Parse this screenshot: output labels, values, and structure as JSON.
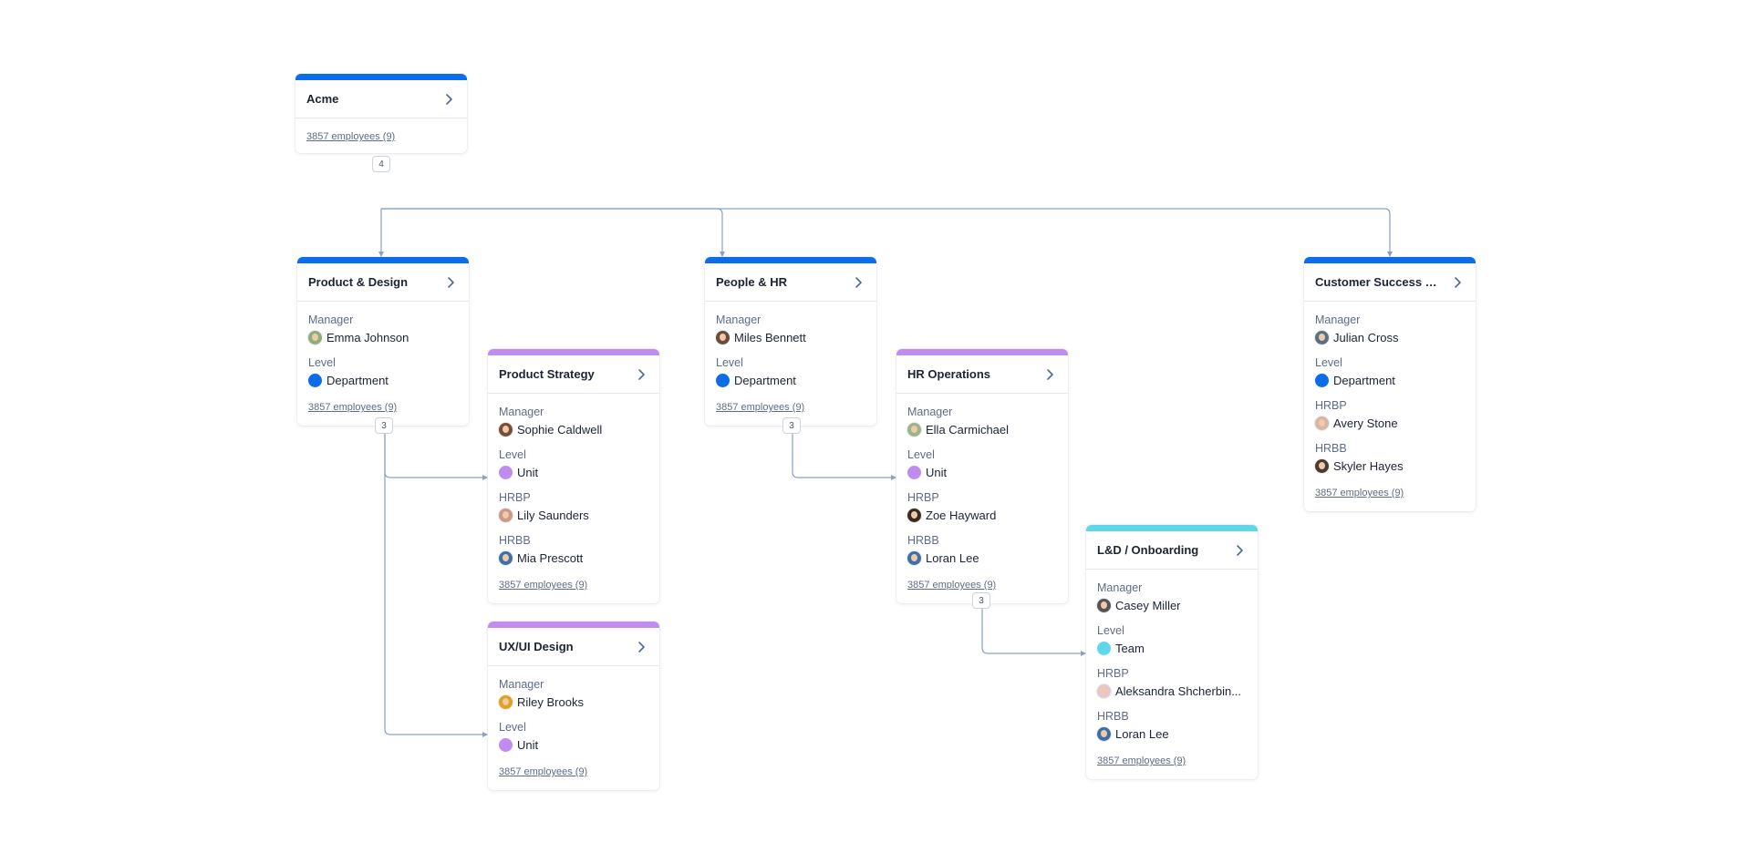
{
  "nodes": {
    "acme": {
      "title": "Acme",
      "employees": "3857 employees (9)",
      "children_count": "4",
      "bar_color": "#0b6ee8"
    },
    "product_design": {
      "title": "Product & Design",
      "bar_color": "#0b6ee8",
      "manager_label": "Manager",
      "manager": "Emma Johnson",
      "level_label": "Level",
      "level": "Department",
      "level_color": "#0b6ee8",
      "employees": "3857 employees (9)",
      "children_count": "3"
    },
    "people_hr": {
      "title": "People & HR",
      "bar_color": "#0b6ee8",
      "manager_label": "Manager",
      "manager": "Miles Bennett",
      "level_label": "Level",
      "level": "Department",
      "level_color": "#0b6ee8",
      "employees": "3857 employees (9)",
      "children_count": "3"
    },
    "customer_success": {
      "title": "Customer Success &...",
      "bar_color": "#0b6ee8",
      "manager_label": "Manager",
      "manager": "Julian Cross",
      "level_label": "Level",
      "level": "Department",
      "level_color": "#0b6ee8",
      "hrbp_label": "HRBP",
      "hrbp": "Avery Stone",
      "hrbb_label": "HRBB",
      "hrbb": "Skyler Hayes",
      "employees": "3857 employees (9)"
    },
    "product_strategy": {
      "title": "Product Strategy",
      "bar_color": "#c08cf0",
      "manager_label": "Manager",
      "manager": "Sophie Caldwell",
      "level_label": "Level",
      "level": "Unit",
      "level_color": "#c08cf0",
      "hrbp_label": "HRBP",
      "hrbp": "Lily Saunders",
      "hrbb_label": "HRBB",
      "hrbb": "Mia Prescott",
      "employees": "3857 employees (9)"
    },
    "ux_ui_design": {
      "title": "UX/UI Design",
      "bar_color": "#c08cf0",
      "manager_label": "Manager",
      "manager": "Riley Brooks",
      "level_label": "Level",
      "level": "Unit",
      "level_color": "#c08cf0",
      "employees": "3857 employees (9)"
    },
    "hr_operations": {
      "title": "HR Operations",
      "bar_color": "#c08cf0",
      "manager_label": "Manager",
      "manager": "Ella Carmichael",
      "level_label": "Level",
      "level": "Unit",
      "level_color": "#c08cf0",
      "hrbp_label": "HRBP",
      "hrbp": "Zoe Hayward",
      "hrbb_label": "HRBB",
      "hrbb": "Loran Lee",
      "employees": "3857 employees (9)",
      "children_count": "3"
    },
    "ld_onboarding": {
      "title": "L&D / Onboarding",
      "bar_color": "#5fd6ea",
      "manager_label": "Manager",
      "manager": "Casey Miller",
      "level_label": "Level",
      "level": "Team",
      "level_color": "#5fd6ea",
      "hrbp_label": "HRBP",
      "hrbp": "Aleksandra Shcherbin...",
      "hrbb_label": "HRBB",
      "hrbb": "Loran Lee",
      "employees": "3857 employees (9)"
    }
  },
  "colors": {
    "connector": "#8aa0c6",
    "chevron": "#4b6a9e"
  }
}
